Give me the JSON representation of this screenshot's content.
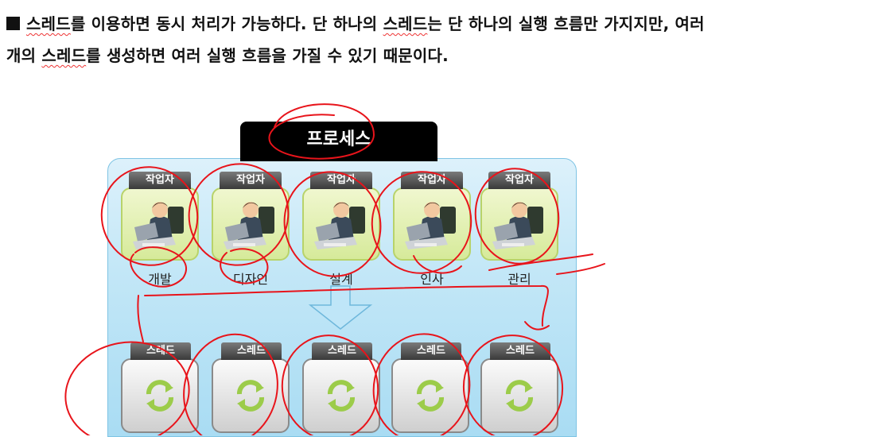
{
  "paragraph": {
    "line1": [
      "스레드",
      "를 이용하면 동시 처리가 가능하다. 단 하나의 ",
      "스레드",
      "는 단 하나의 실행 흐름만 가지지만, 여러"
    ],
    "line2": [
      "개의 ",
      "스레드",
      "를 생성하면 여러 실행 흐름을 가질 수 있기 때문이다."
    ]
  },
  "diagram": {
    "process_label": "프로세스",
    "workers": [
      {
        "tag": "작업자",
        "label": "개발"
      },
      {
        "tag": "작업자",
        "label": "디자인"
      },
      {
        "tag": "작업자",
        "label": "설계"
      },
      {
        "tag": "작업자",
        "label": "인사"
      },
      {
        "tag": "작업자",
        "label": "관리"
      }
    ],
    "threads": [
      {
        "tag": "스레드"
      },
      {
        "tag": "스레드"
      },
      {
        "tag": "스레드"
      },
      {
        "tag": "스레드"
      },
      {
        "tag": "스레드"
      }
    ]
  },
  "colors": {
    "annotation": "#e8141b",
    "process_fill": "#bfe6f6",
    "worker_card": "#e4f1b4"
  }
}
